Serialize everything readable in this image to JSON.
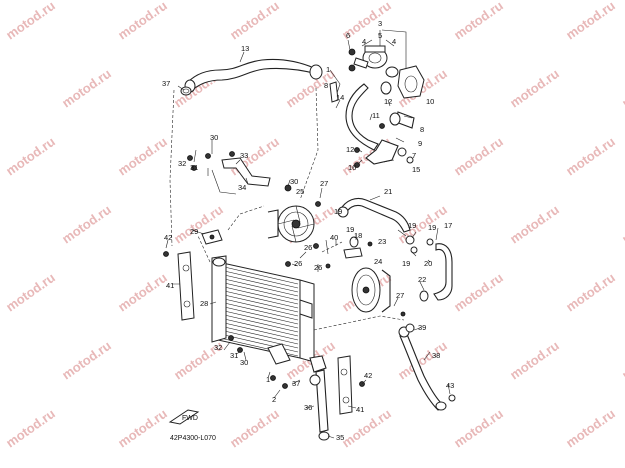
{
  "watermark": "motod.ru",
  "diagram_code": "42P4300-L070",
  "fwd_label": "FWD",
  "callouts": [
    {
      "id": "c1",
      "text": "1"
    },
    {
      "id": "c2",
      "text": "2"
    },
    {
      "id": "c3",
      "text": "3"
    },
    {
      "id": "c4",
      "text": "4"
    },
    {
      "id": "c5",
      "text": "5"
    },
    {
      "id": "c6",
      "text": "6"
    },
    {
      "id": "c7",
      "text": "7"
    },
    {
      "id": "c8",
      "text": "8"
    },
    {
      "id": "c9",
      "text": "9"
    },
    {
      "id": "c10",
      "text": "10"
    },
    {
      "id": "c11",
      "text": "11"
    },
    {
      "id": "c12a",
      "text": "12"
    },
    {
      "id": "c12b",
      "text": "12"
    },
    {
      "id": "c13",
      "text": "13"
    },
    {
      "id": "c14",
      "text": "14"
    },
    {
      "id": "c15",
      "text": "15"
    },
    {
      "id": "c16",
      "text": "16"
    },
    {
      "id": "c17",
      "text": "17"
    },
    {
      "id": "c18",
      "text": "18"
    },
    {
      "id": "c19a",
      "text": "19"
    },
    {
      "id": "c19b",
      "text": "19"
    },
    {
      "id": "c19c",
      "text": "19"
    },
    {
      "id": "c19d",
      "text": "19"
    },
    {
      "id": "c20",
      "text": "20"
    },
    {
      "id": "c21",
      "text": "21"
    },
    {
      "id": "c22",
      "text": "22"
    },
    {
      "id": "c23",
      "text": "23"
    },
    {
      "id": "c24",
      "text": "24"
    },
    {
      "id": "c25",
      "text": "25"
    },
    {
      "id": "c26a",
      "text": "26"
    },
    {
      "id": "c26b",
      "text": "26"
    },
    {
      "id": "c27a",
      "text": "27"
    },
    {
      "id": "c27b",
      "text": "27"
    },
    {
      "id": "c28",
      "text": "28"
    },
    {
      "id": "c29",
      "text": "29"
    },
    {
      "id": "c30a",
      "text": "30"
    },
    {
      "id": "c30b",
      "text": "30"
    },
    {
      "id": "c30c",
      "text": "30"
    },
    {
      "id": "c31a",
      "text": "31"
    },
    {
      "id": "c31b",
      "text": "31"
    },
    {
      "id": "c32a",
      "text": "32"
    },
    {
      "id": "c32b",
      "text": "32"
    },
    {
      "id": "c33",
      "text": "33"
    },
    {
      "id": "c34",
      "text": "34"
    },
    {
      "id": "c35",
      "text": "35"
    },
    {
      "id": "c36",
      "text": "36"
    },
    {
      "id": "c37a",
      "text": "37"
    },
    {
      "id": "c37b",
      "text": "37"
    },
    {
      "id": "c38",
      "text": "38"
    },
    {
      "id": "c39",
      "text": "39"
    },
    {
      "id": "c40",
      "text": "40"
    },
    {
      "id": "c41a",
      "text": "41"
    },
    {
      "id": "c41b",
      "text": "41"
    },
    {
      "id": "c42a",
      "text": "42"
    },
    {
      "id": "c42b",
      "text": "42"
    },
    {
      "id": "c43",
      "text": "43"
    }
  ]
}
